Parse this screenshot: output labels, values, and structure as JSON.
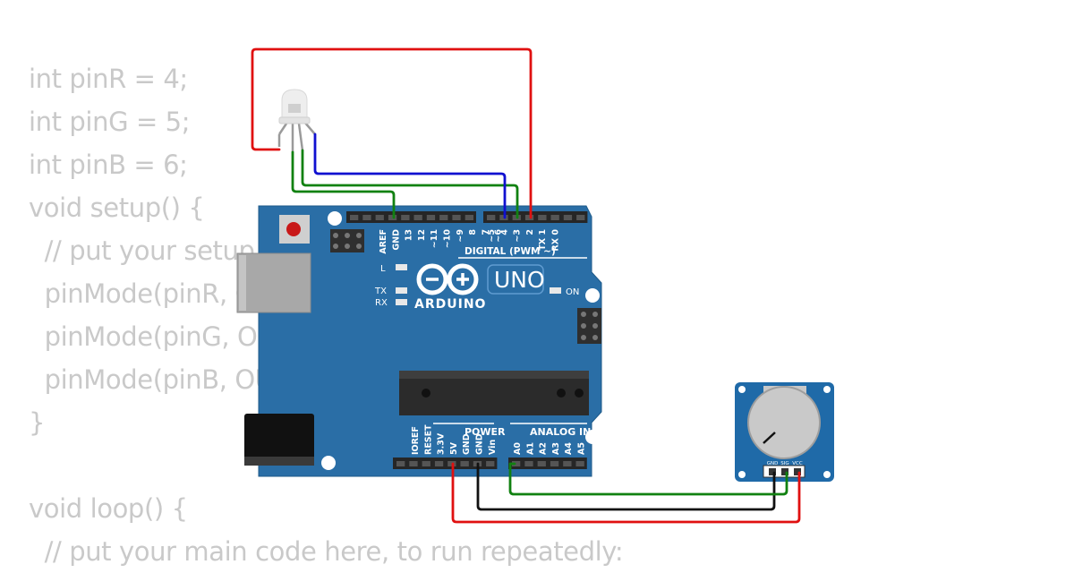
{
  "code_lines": [
    "int pinR = 4;",
    "int pinG = 5;",
    "int pinB = 6;",
    "void setup() {",
    "  // put your setup code here, to run once:",
    "  pinMode(pinR, OUTPUT);",
    "  pinMode(pinG, OUTPUT);",
    "  pinMode(pinB, OUTPUT);",
    "}",
    "",
    "void loop() {",
    "  // put your main code here, to run repeatedly:"
  ],
  "arduino": {
    "brand": "ARDUINO",
    "model": "UNO",
    "digital_label": "DIGITAL (PWM ~)",
    "power_label": "POWER",
    "analog_label": "ANALOG IN",
    "led_l": "L",
    "led_tx": "TX",
    "led_rx": "RX",
    "led_on": "ON",
    "digital_pins": [
      "AREF",
      "GND",
      "13",
      "12",
      "~11",
      "~10",
      "~9",
      "8",
      "7",
      "~6",
      "~5",
      "4",
      "~3",
      "2",
      "TX 1",
      "RX 0"
    ],
    "power_pins": [
      "IOREF",
      "RESET",
      "3.3V",
      "5V",
      "GND",
      "GND",
      "Vin"
    ],
    "analog_pins": [
      "A0",
      "A1",
      "A2",
      "A3",
      "A4",
      "A5"
    ]
  },
  "potentiometer": {
    "pin_labels": [
      "GND",
      "SIG",
      "VCC"
    ]
  },
  "colors": {
    "board": "#2a6ea6",
    "wire_red": "#e01010",
    "wire_green": "#118111",
    "wire_blue": "#1010d0",
    "wire_black": "#111111",
    "code_text": "#c9c9c9"
  }
}
